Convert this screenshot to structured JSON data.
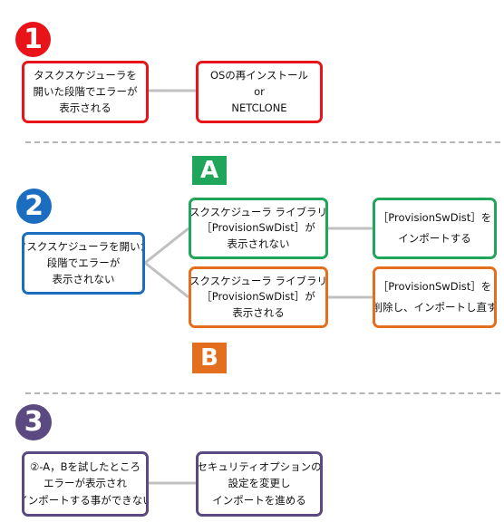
{
  "colors": {
    "red": "#e8141a",
    "blue": "#1a6dbf",
    "green": "#1fa65a",
    "orange": "#e36f1e",
    "purple": "#5b4a82",
    "connector": "#c0c0c0",
    "divider": "#b5b5b5"
  },
  "section1": {
    "badge": "1",
    "box_left": [
      "タスクスケジューラを",
      "開いた段階でエラーが",
      "表示される"
    ],
    "box_right": [
      "OSの再インストール",
      "or",
      "NETCLONE"
    ]
  },
  "section2": {
    "badge": "2",
    "label_a": "A",
    "label_b": "B",
    "box_main": [
      "タスクスケジューラを開いた",
      "段階でエラーが",
      "表示されない"
    ],
    "box_a": [
      "タスクスケジューラ ライブラリに",
      "［ProvisionSwDist］が",
      "表示されない"
    ],
    "box_a_action": [
      "［ProvisionSwDist］を",
      "インポートする"
    ],
    "box_b": [
      "タスクスケジューラ ライブラリに",
      "［ProvisionSwDist］が",
      "表示される"
    ],
    "box_b_action": [
      "［ProvisionSwDist］を",
      "削除し、インポートし直す"
    ]
  },
  "section3": {
    "badge": "3",
    "box_left": [
      "②-A，Bを試したところ",
      "エラーが表示され",
      "インポートする事ができない"
    ],
    "box_right": [
      "セキュリティオプションの",
      "設定を変更し",
      "インポートを進める"
    ]
  }
}
